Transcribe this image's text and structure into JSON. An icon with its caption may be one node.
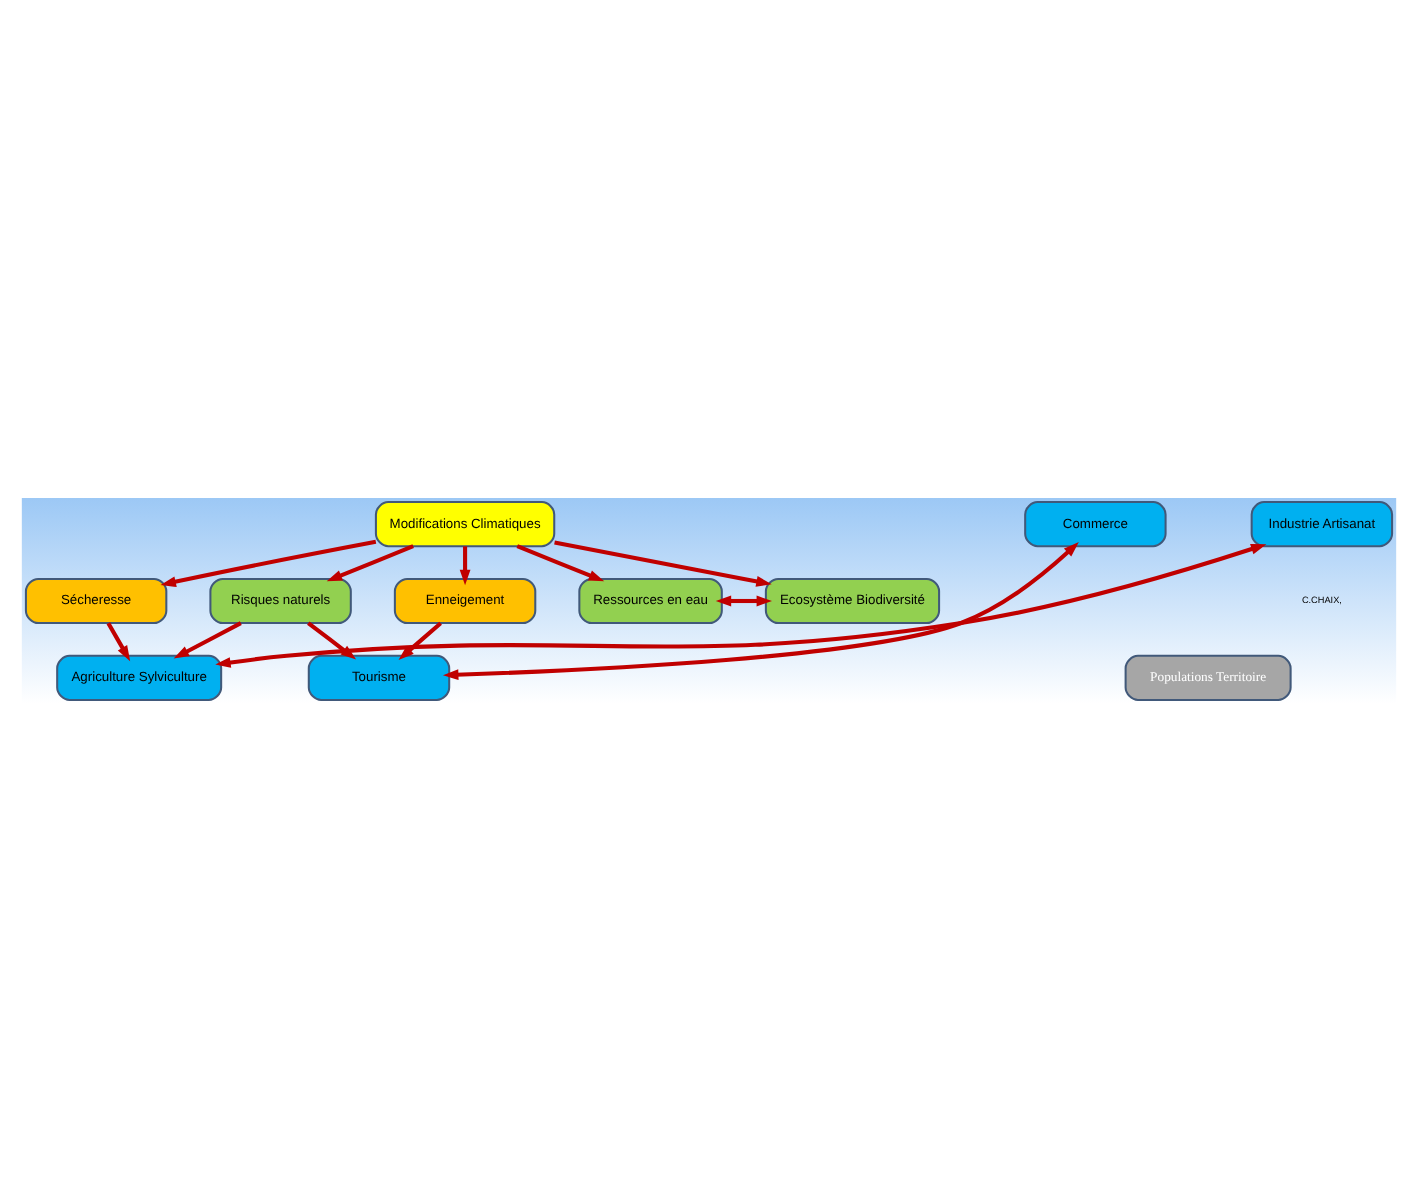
{
  "diagram": {
    "nodes": [
      {
        "text": [
          "Modifications Climatiques"
        ]
      },
      {
        "text": [
          "Sécheresse"
        ]
      },
      {
        "text": [
          "Enneigement"
        ]
      },
      {
        "text": [
          "Ressources en eau"
        ]
      },
      {
        "text": [
          "Ecosystème Biodiversité"
        ]
      },
      {
        "text": [
          "Risques naturels"
        ]
      },
      {
        "text": [
          "Agriculture Sylviculture"
        ]
      },
      {
        "text": [
          "Tourisme"
        ]
      },
      {
        "text": [
          "Commerce"
        ]
      },
      {
        "text": [
          "Industrie Artisanat"
        ]
      },
      {
        "text": [
          "Populations Territoire"
        ]
      }
    ],
    "edges": [
      {
        "from": 0,
        "to": 1,
        "arrow": "to"
      },
      {
        "from": 0,
        "to": 2,
        "arrow": "to"
      },
      {
        "from": 0,
        "to": 3,
        "arrow": "to"
      },
      {
        "from": 0,
        "to": 5,
        "arrow": "to"
      },
      {
        "from": 0,
        "to": 4,
        "arrow": "to"
      },
      {
        "from": 1,
        "to": 6,
        "arrow": "to"
      },
      {
        "from": 2,
        "to": 7,
        "arrow": "to"
      },
      {
        "from": 3,
        "to": 4,
        "arrow": "both"
      },
      {
        "from": 5,
        "to": 6,
        "arrow": "to"
      },
      {
        "from": 5,
        "to": 7,
        "arrow": "to"
      },
      {
        "from": 6,
        "to": 9,
        "arrow": "both"
      },
      {
        "from": 7,
        "to": 8,
        "arrow": "both"
      }
    ],
    "labels": [
      "C.CHAIX,"
    ]
  }
}
